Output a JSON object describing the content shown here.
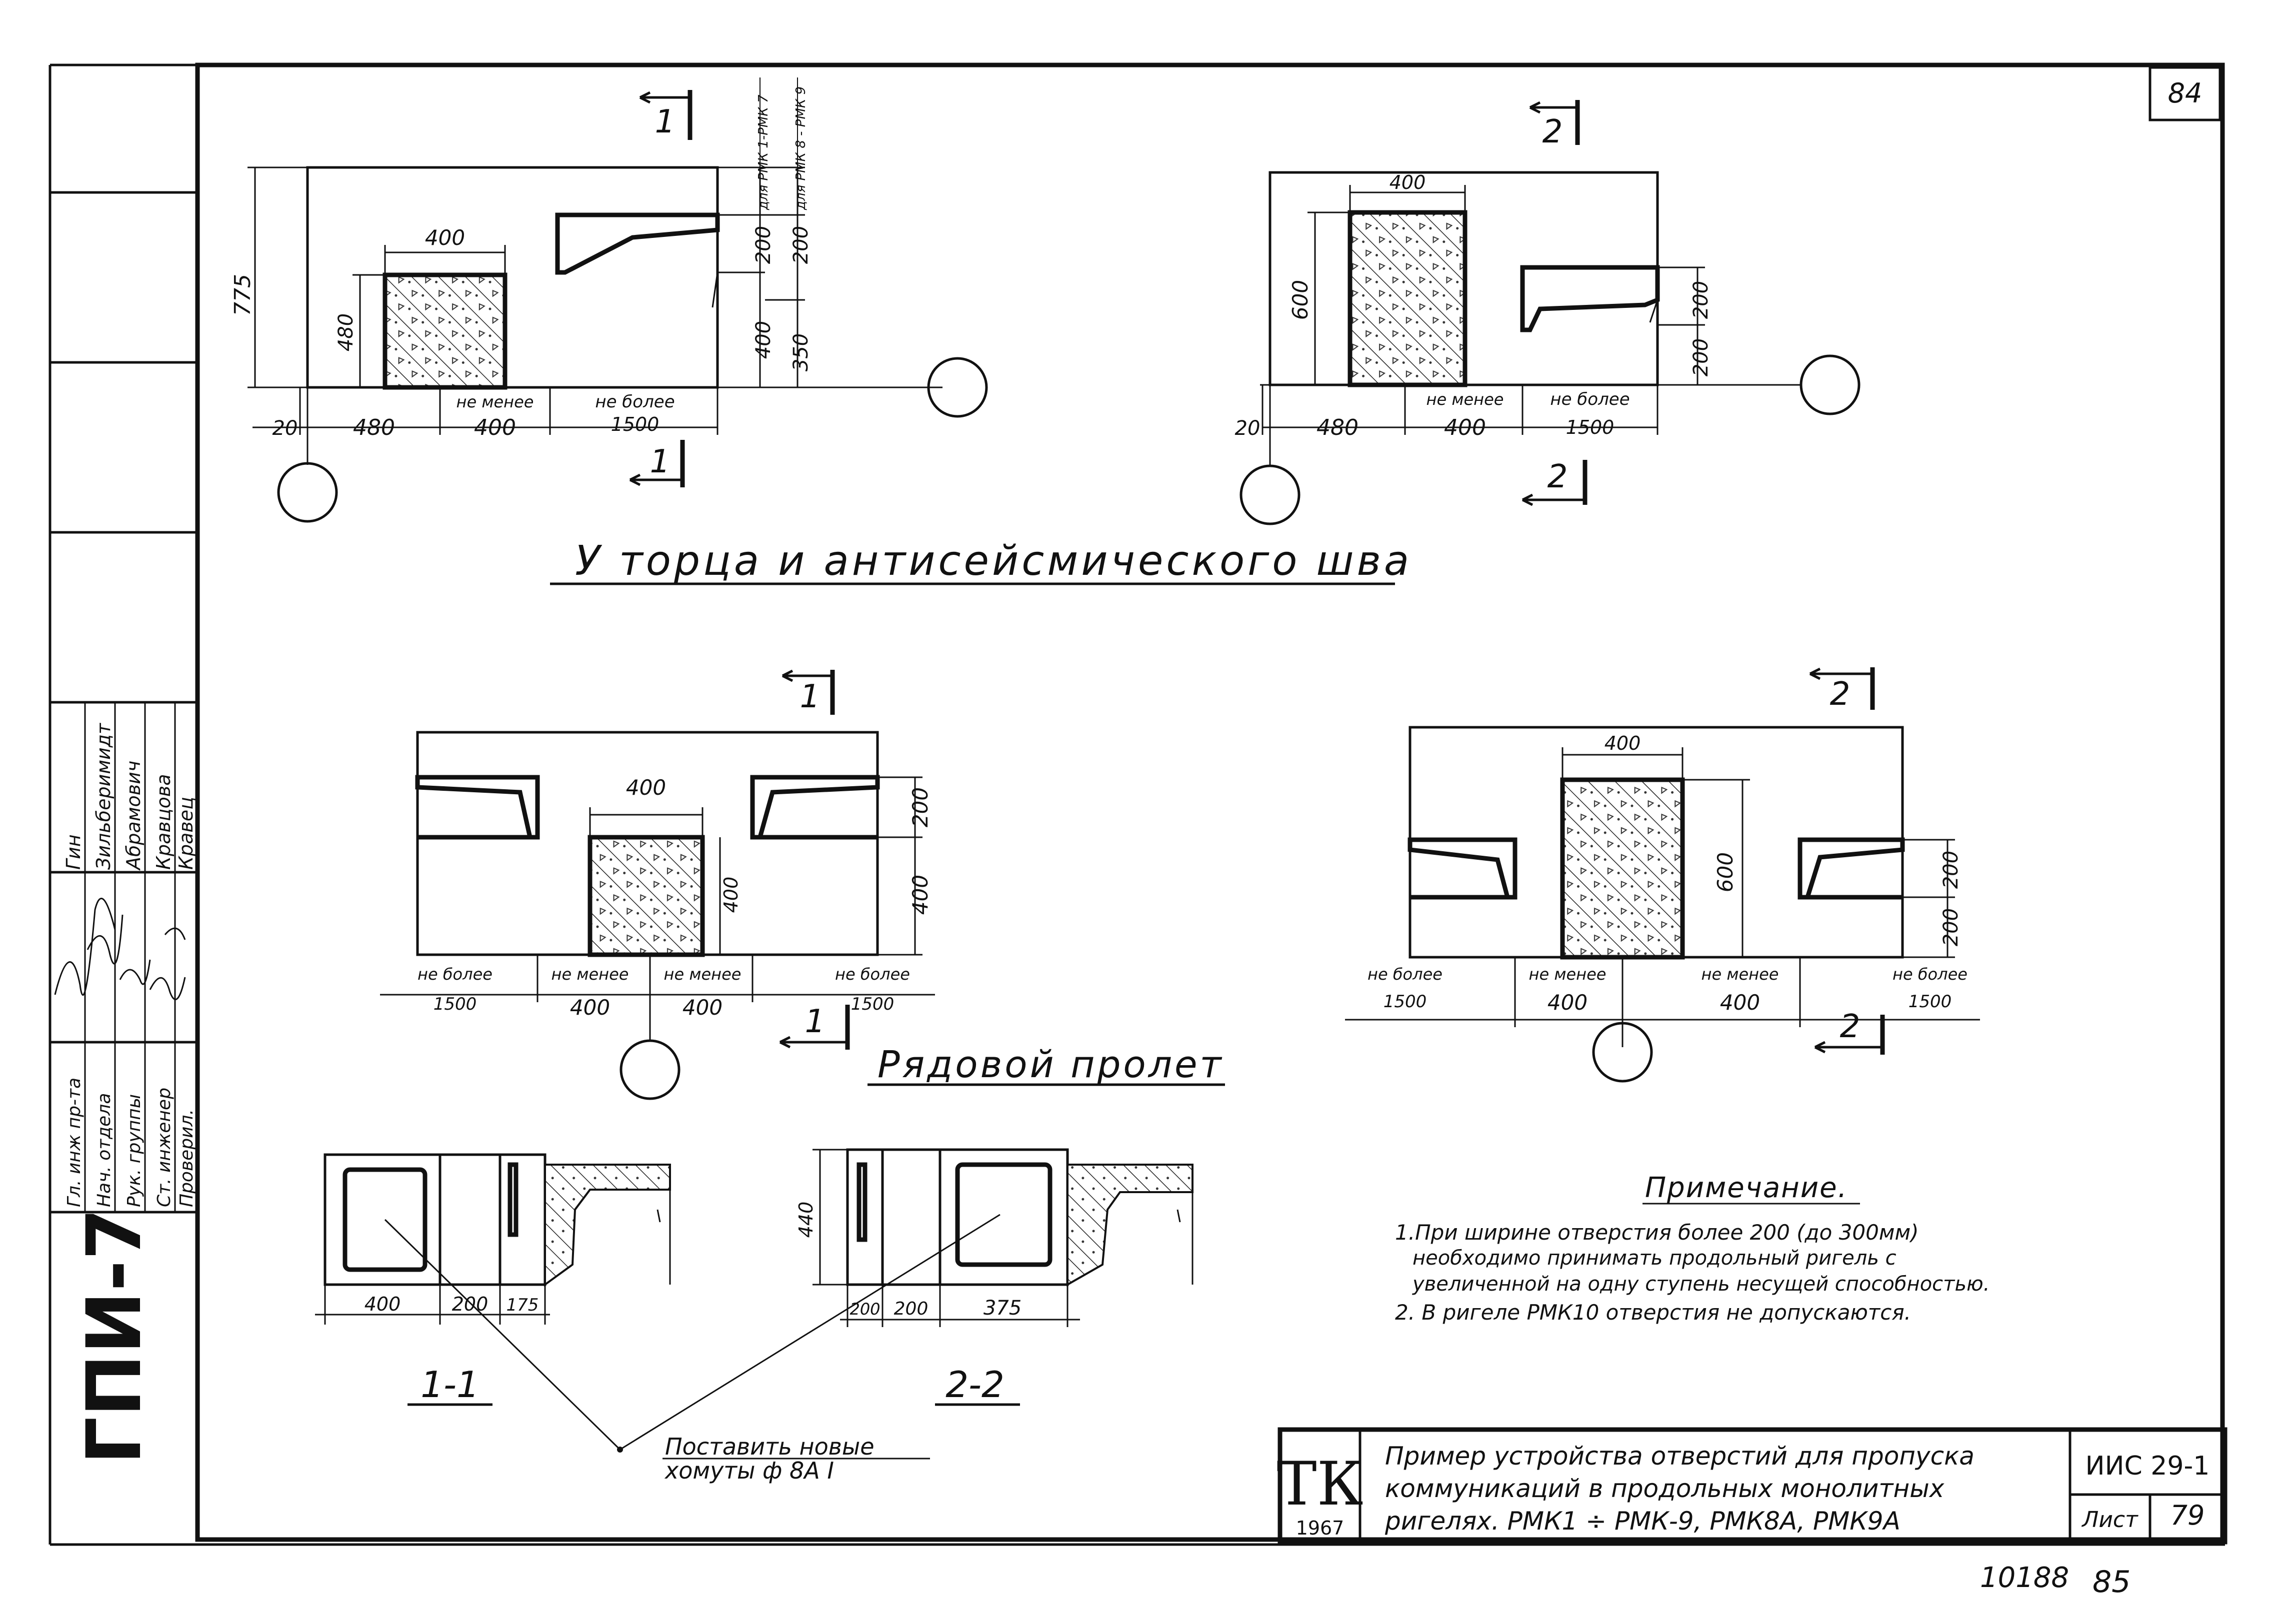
{
  "sheet": {
    "page_number": "84",
    "title": "Пример устройства отверстий для пропуска коммуникаций в продольных монолитных ригелях. РМК1 ÷ РМК-9, РМК8А, РМК9А",
    "title_lines": [
      "Пример устройства отверстий для пропуска",
      "коммуникаций в продольных монолитных",
      "ригелях. РМК1 ÷ РМК-9, РМК8А, РМК9А"
    ],
    "series": "ИИС 29-1",
    "sheet_label": "Лист",
    "sheet_number": "79",
    "logo_letters": "ТК",
    "logo_year": "1967",
    "inventory_number": "10188",
    "bottom_page": "85",
    "side_stamp": "ГПИ-7"
  },
  "staff": {
    "roles": [
      "Гл. инж пр-та",
      "Нач. отдела",
      "Рук. группы",
      "Ст. инженер",
      "Проверил."
    ],
    "names": [
      "Гин",
      "Зильберимидт",
      "Абрамович",
      "Кравцова",
      "Кравец"
    ]
  },
  "section_titles": {
    "end_joint": "У торца и антисейсмического шва",
    "regular_span": "Рядовой пролет"
  },
  "section_marks": {
    "one": "1",
    "two": "2"
  },
  "top_left": {
    "dim_height": "775",
    "dim_hole_h": "480",
    "dim_hole_w": "400",
    "dim_offset": "20",
    "dim_480": "480",
    "dim_400": "400",
    "dim_1500": "1500",
    "dim_200": "200",
    "dim_400v": "400",
    "dim_200b": "200",
    "dim_350": "350",
    "label_not_less": "не менее",
    "label_not_more": "не более",
    "label_rmk1": "для РМК 1-РМК 7",
    "label_rmk8": "для РМК 8 - РМК 9"
  },
  "top_right": {
    "dim_hole_w": "400",
    "dim_hole_h": "600",
    "dim_offset": "20",
    "dim_480": "480",
    "dim_400": "400",
    "dim_1500": "1500",
    "dim_200a": "200",
    "dim_200b": "200",
    "label_not_less": "не менее",
    "label_not_more": "не более"
  },
  "middle_left": {
    "dim_hole_w": "400",
    "dim_hole_h": "400",
    "dim_200": "200",
    "dim_400": "400",
    "labels": [
      "не более",
      "не менее",
      "не менее",
      "не более"
    ],
    "values": [
      "1500",
      "400",
      "400",
      "1500"
    ]
  },
  "middle_right": {
    "dim_hole_w": "400",
    "dim_hole_h": "600",
    "dim_200a": "200",
    "dim_200b": "200",
    "labels": [
      "не более",
      "не менее",
      "не менее",
      "не более"
    ],
    "values": [
      "1500",
      "400",
      "400",
      "1500"
    ]
  },
  "section_1_1": {
    "label": "1-1",
    "dims": [
      "400",
      "200",
      "175"
    ]
  },
  "section_2_2": {
    "label": "2-2",
    "dim_height": "440",
    "dims": [
      "200",
      "200",
      "375"
    ]
  },
  "stirrup_note": {
    "line1": "Поставить новые",
    "line2": "хомуты ф 8А I"
  },
  "notes": {
    "title": "Примечание.",
    "lines": [
      "1.При ширине отверстия более 200 (до 300мм)",
      "необходимо принимать продольный ригель с",
      "увеличенной на одну ступень несущей способностью.",
      "2. В ригеле РМК10 отверстия не допускаются."
    ]
  }
}
